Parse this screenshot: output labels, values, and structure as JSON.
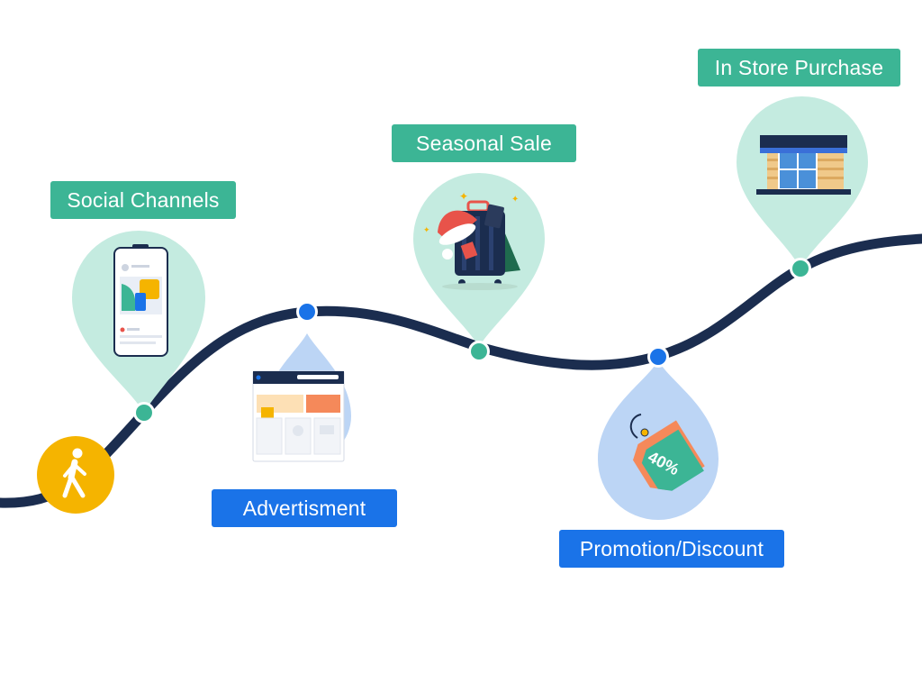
{
  "steps": [
    {
      "label": "Social Channels",
      "kind": "social-media",
      "color": "green"
    },
    {
      "label": "Advertisment",
      "kind": "advertisement",
      "color": "blue"
    },
    {
      "label": "Seasonal Sale",
      "kind": "seasonal-sale",
      "color": "green"
    },
    {
      "label": "Promotion/Discount",
      "kind": "promotion-discount",
      "color": "blue"
    },
    {
      "label": "In Store Purchase",
      "kind": "in-store-purchase",
      "color": "green"
    }
  ],
  "tag_text": "40%",
  "start_icon": "walking-person-icon",
  "colors": {
    "path": "#1b2d4f",
    "green_label": "#3cb595",
    "green_node": "#3cb595",
    "green_pin": "#c4ebe0",
    "blue_label": "#1a73e8",
    "blue_node": "#1a73e8",
    "blue_pin": "#bcd5f5",
    "start_circle": "#f5b400"
  }
}
